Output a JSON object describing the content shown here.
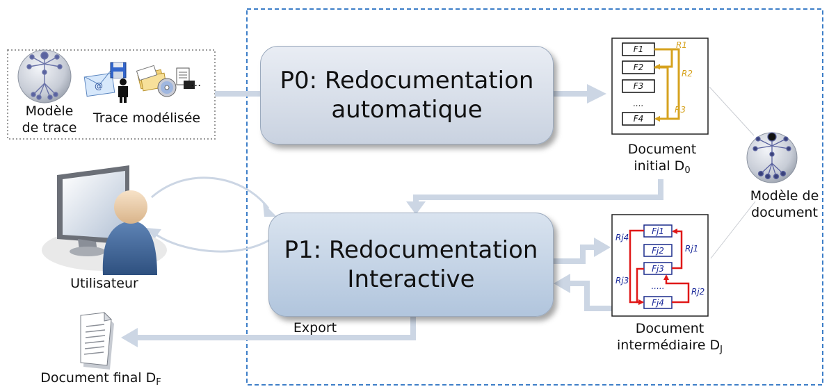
{
  "processes": {
    "p0": {
      "line1": "P0: Redocumentation",
      "line2": "automatique"
    },
    "p1": {
      "line1": "P1: Redocumentation",
      "line2": "Interactive"
    }
  },
  "trace_model": {
    "line1": "Modèle",
    "line2": "de trace"
  },
  "modeled_trace": {
    "label": "Trace modélisée",
    "ellipsis": "..."
  },
  "user": {
    "label": "Utilisateur"
  },
  "export": {
    "label": "Export"
  },
  "final_document": {
    "label": "Document final D",
    "sub": "F"
  },
  "initial_document": {
    "line1": "Document",
    "line2": "initial D",
    "sub": "0",
    "fragments": [
      "F1",
      "F2",
      "F3",
      "....",
      "F4"
    ],
    "relations": [
      "R1",
      "R2",
      "R3"
    ]
  },
  "intermediate_document": {
    "line1": "Document",
    "line2": "intermédiaire D",
    "sub": "J",
    "fragments": [
      "Fj1",
      "Fj2",
      "Fj3",
      ".....",
      "Fj4"
    ],
    "relations": [
      "Rj4",
      "Rj1",
      "Rj3",
      "Rj2"
    ]
  },
  "document_model": {
    "line1": "Modèle de",
    "line2": "document"
  },
  "colors": {
    "arrow": "#ccd6e4",
    "dashed_border": "#3d7ec8",
    "relation_gold": "#d6a21e",
    "relation_red": "#e01818",
    "relation_label_blue": "#1b2a9a",
    "fragment_box_blue": "#1a2b8c"
  },
  "icons": [
    "trace-model-icon",
    "email-icon",
    "floppy-icon",
    "person-icon",
    "folder-icon",
    "cd-icon",
    "document-icon",
    "user-computer-icon",
    "final-document-icon",
    "document-model-icon"
  ]
}
